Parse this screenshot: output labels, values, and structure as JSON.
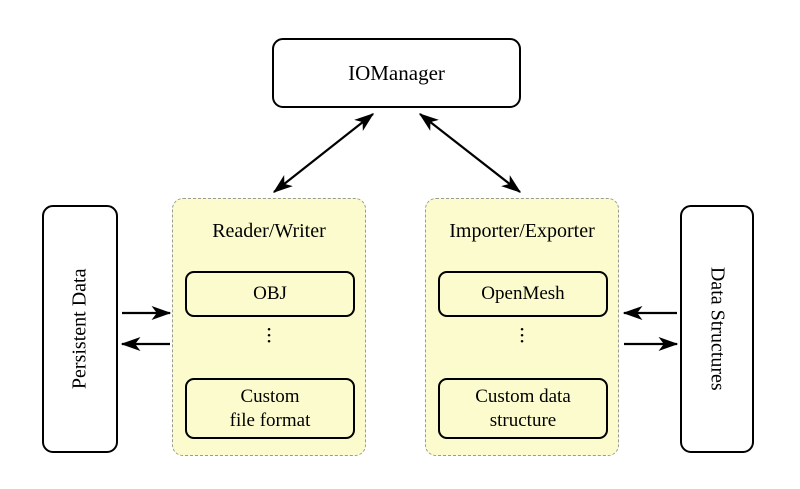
{
  "diagram": {
    "title_node": {
      "label": "IOManager"
    },
    "left_store": {
      "label": "Persistent Data"
    },
    "right_store": {
      "label": "Data Structures"
    },
    "groups": [
      {
        "name": "reader-writer",
        "title": "Reader/Writer",
        "top_item": "OBJ",
        "ellipsis": "⋮",
        "bottom_item_line1": "Custom",
        "bottom_item_line2": "file format"
      },
      {
        "name": "importer-exporter",
        "title": "Importer/Exporter",
        "top_item": "OpenMesh",
        "ellipsis": "⋮",
        "bottom_item_line1": "Custom data",
        "bottom_item_line2": "structure"
      }
    ],
    "connections": [
      {
        "name": "iomanager-to-readerwriter",
        "kind": "double-headed-diagonal"
      },
      {
        "name": "iomanager-to-importerexporter",
        "kind": "double-headed-diagonal"
      },
      {
        "name": "persistentdata-to-readerwriter",
        "kind": "single-arrow-right"
      },
      {
        "name": "readerwriter-to-persistentdata",
        "kind": "single-arrow-left"
      },
      {
        "name": "datastructures-to-importerexporter",
        "kind": "single-arrow-left"
      },
      {
        "name": "importerexporter-to-datastructures",
        "kind": "single-arrow-right"
      }
    ],
    "colors": {
      "panel_fill": "#fbfbcd",
      "panel_border": "#9a9a9a",
      "stroke": "#000000",
      "background": "#ffffff"
    }
  }
}
